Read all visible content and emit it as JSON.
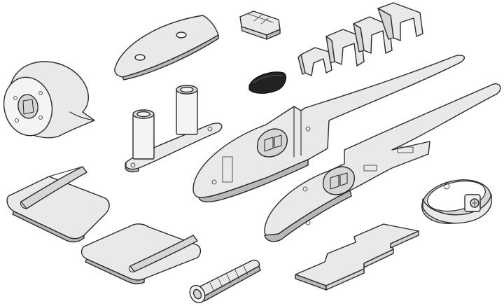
{
  "figure": {
    "background": "#ffffff",
    "line_color": "#2a2a2a",
    "part_fill": "#e9e9e9",
    "part_shade": "#b9b9b9",
    "dark_part_fill": "#222222"
  },
  "parts": [
    {
      "id": "motor-mount-cowl",
      "icon": "motor-cowl-icon"
    },
    {
      "id": "canopy-plate",
      "icon": "plate-icon"
    },
    {
      "id": "hinge-block",
      "icon": "hinge-icon"
    },
    {
      "id": "clip-small",
      "icon": "clip-icon"
    },
    {
      "id": "clip-medium",
      "icon": "clip-icon"
    },
    {
      "id": "clip-large",
      "icon": "clip-icon"
    },
    {
      "id": "clip-xlarge",
      "icon": "clip-icon"
    },
    {
      "id": "black-pad",
      "icon": "pad-icon"
    },
    {
      "id": "twin-tube-mount",
      "icon": "tube-mount-icon"
    },
    {
      "id": "fuselage-half-upper",
      "icon": "fuselage-half-icon"
    },
    {
      "id": "fuselage-half-lower",
      "icon": "fuselage-half-icon"
    },
    {
      "id": "control-horn-left",
      "icon": "control-horn-icon"
    },
    {
      "id": "control-horn-right",
      "icon": "control-horn-icon"
    },
    {
      "id": "ring-clamp",
      "icon": "ring-clamp-icon"
    },
    {
      "id": "flat-plate",
      "icon": "flat-plate-icon"
    },
    {
      "id": "threaded-rod",
      "icon": "rod-icon"
    }
  ]
}
